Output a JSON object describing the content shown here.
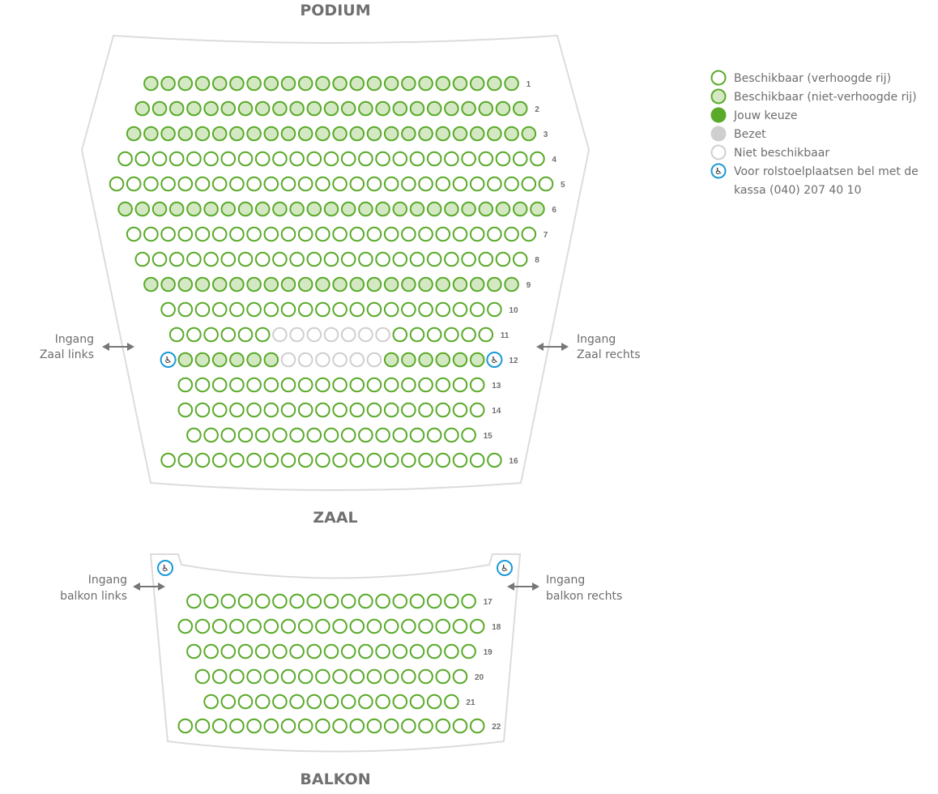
{
  "sections": {
    "stage": "PODIUM",
    "hall": "ZAAL",
    "balcony": "BALKON"
  },
  "entrances": {
    "hall_left": [
      "Ingang",
      "Zaal links"
    ],
    "hall_right": [
      "Ingang",
      "Zaal rechts"
    ],
    "balcony_left": [
      "Ingang",
      "balkon links"
    ],
    "balcony_right": [
      "Ingang",
      "balkon rechts"
    ]
  },
  "legend": [
    {
      "type": "avail-raised",
      "icon": "empty-green-circle",
      "label": "Beschikbaar (verhoogde rij)"
    },
    {
      "type": "avail-flat",
      "icon": "light-green-circle",
      "label": "Beschikbaar (niet-verhoogde rij)"
    },
    {
      "type": "chosen",
      "icon": "solid-green-circle",
      "label": "Jouw keuze"
    },
    {
      "type": "taken",
      "icon": "grey-circle",
      "label": "Bezet"
    },
    {
      "type": "na",
      "icon": "empty-grey-circle",
      "label": "Niet beschikbaar"
    },
    {
      "type": "wheelchair",
      "icon": "wheelchair-icon",
      "label": "Voor rolstoelplaatsen bel met de kassa (040) 207 40 10"
    }
  ],
  "rows": [
    {
      "number": "1",
      "seats": [
        "F",
        "F",
        "F",
        "F",
        "F",
        "F",
        "F",
        "F",
        "F",
        "F",
        "F",
        "F",
        "F",
        "F",
        "F",
        "F",
        "F",
        "F",
        "F",
        "F",
        "F",
        "F"
      ]
    },
    {
      "number": "2",
      "seats": [
        "F",
        "F",
        "F",
        "F",
        "F",
        "F",
        "F",
        "F",
        "F",
        "F",
        "F",
        "F",
        "F",
        "F",
        "F",
        "F",
        "F",
        "F",
        "F",
        "F",
        "F",
        "F",
        "F"
      ]
    },
    {
      "number": "3",
      "seats": [
        "F",
        "F",
        "F",
        "F",
        "F",
        "F",
        "F",
        "F",
        "F",
        "F",
        "F",
        "F",
        "F",
        "F",
        "F",
        "F",
        "F",
        "F",
        "F",
        "F",
        "F",
        "F",
        "F",
        "F"
      ]
    },
    {
      "number": "4",
      "seats": [
        "R",
        "R",
        "R",
        "R",
        "R",
        "R",
        "R",
        "R",
        "R",
        "R",
        "R",
        "R",
        "R",
        "R",
        "R",
        "R",
        "R",
        "R",
        "R",
        "R",
        "R",
        "R",
        "R",
        "R",
        "R"
      ]
    },
    {
      "number": "5",
      "seats": [
        "R",
        "R",
        "R",
        "R",
        "R",
        "R",
        "R",
        "R",
        "R",
        "R",
        "R",
        "R",
        "R",
        "R",
        "R",
        "R",
        "R",
        "R",
        "R",
        "R",
        "R",
        "R",
        "R",
        "R",
        "R",
        "R"
      ]
    },
    {
      "number": "6",
      "seats": [
        "F",
        "F",
        "F",
        "F",
        "F",
        "F",
        "F",
        "F",
        "F",
        "F",
        "F",
        "F",
        "F",
        "F",
        "F",
        "F",
        "F",
        "F",
        "F",
        "F",
        "F",
        "F",
        "F",
        "F",
        "F"
      ]
    },
    {
      "number": "7",
      "seats": [
        "R",
        "R",
        "R",
        "R",
        "R",
        "R",
        "R",
        "R",
        "R",
        "R",
        "R",
        "R",
        "R",
        "R",
        "R",
        "R",
        "R",
        "R",
        "R",
        "R",
        "R",
        "R",
        "R",
        "R"
      ]
    },
    {
      "number": "8",
      "seats": [
        "R",
        "R",
        "R",
        "R",
        "R",
        "R",
        "R",
        "R",
        "R",
        "R",
        "R",
        "R",
        "R",
        "R",
        "R",
        "R",
        "R",
        "R",
        "R",
        "R",
        "R",
        "R",
        "R"
      ]
    },
    {
      "number": "9",
      "seats": [
        "F",
        "F",
        "F",
        "F",
        "F",
        "F",
        "F",
        "F",
        "F",
        "F",
        "F",
        "F",
        "F",
        "F",
        "F",
        "F",
        "F",
        "F",
        "F",
        "F",
        "F",
        "F"
      ]
    },
    {
      "number": "10",
      "seats": [
        "R",
        "R",
        "R",
        "R",
        "R",
        "R",
        "R",
        "R",
        "R",
        "R",
        "R",
        "R",
        "R",
        "R",
        "R",
        "R",
        "R",
        "R",
        "R",
        "R"
      ]
    },
    {
      "number": "11",
      "seats": [
        "R",
        "R",
        "R",
        "R",
        "R",
        "R",
        "N",
        "N",
        "N",
        "N",
        "N",
        "N",
        "N",
        "R",
        "R",
        "R",
        "R",
        "R",
        "R"
      ]
    },
    {
      "number": "12",
      "seats": [
        "W",
        "F",
        "F",
        "F",
        "F",
        "F",
        "F",
        "N",
        "N",
        "N",
        "N",
        "N",
        "N",
        "F",
        "F",
        "F",
        "F",
        "F",
        "F",
        "W"
      ]
    },
    {
      "number": "13",
      "seats": [
        "R",
        "R",
        "R",
        "R",
        "R",
        "R",
        "R",
        "R",
        "R",
        "R",
        "R",
        "R",
        "R",
        "R",
        "R",
        "R",
        "R",
        "R"
      ]
    },
    {
      "number": "14",
      "seats": [
        "R",
        "R",
        "R",
        "R",
        "R",
        "R",
        "R",
        "R",
        "R",
        "R",
        "R",
        "R",
        "R",
        "R",
        "R",
        "R",
        "R",
        "R"
      ]
    },
    {
      "number": "15",
      "seats": [
        "R",
        "R",
        "R",
        "R",
        "R",
        "R",
        "R",
        "R",
        "R",
        "R",
        "R",
        "R",
        "R",
        "R",
        "R",
        "R",
        "R"
      ]
    },
    {
      "number": "16",
      "seats": [
        "R",
        "R",
        "R",
        "R",
        "R",
        "R",
        "R",
        "R",
        "R",
        "R",
        "R",
        "R",
        "R",
        "R",
        "R",
        "R",
        "R",
        "R",
        "R",
        "R"
      ]
    },
    {
      "number": "17",
      "seats": [
        "R",
        "R",
        "R",
        "R",
        "R",
        "R",
        "R",
        "R",
        "R",
        "R",
        "R",
        "R",
        "R",
        "R",
        "R",
        "R",
        "R"
      ]
    },
    {
      "number": "18",
      "seats": [
        "R",
        "R",
        "R",
        "R",
        "R",
        "R",
        "R",
        "R",
        "R",
        "R",
        "R",
        "R",
        "R",
        "R",
        "R",
        "R",
        "R",
        "R"
      ]
    },
    {
      "number": "19",
      "seats": [
        "R",
        "R",
        "R",
        "R",
        "R",
        "R",
        "R",
        "R",
        "R",
        "R",
        "R",
        "R",
        "R",
        "R",
        "R",
        "R",
        "R"
      ]
    },
    {
      "number": "20",
      "seats": [
        "R",
        "R",
        "R",
        "R",
        "R",
        "R",
        "R",
        "R",
        "R",
        "R",
        "R",
        "R",
        "R",
        "R",
        "R",
        "R"
      ]
    },
    {
      "number": "21",
      "seats": [
        "R",
        "R",
        "R",
        "R",
        "R",
        "R",
        "R",
        "R",
        "R",
        "R",
        "R",
        "R",
        "R",
        "R",
        "R"
      ]
    },
    {
      "number": "22",
      "seats": [
        "R",
        "R",
        "R",
        "R",
        "R",
        "R",
        "R",
        "R",
        "R",
        "R",
        "R",
        "R",
        "R",
        "R",
        "R",
        "R",
        "R",
        "R"
      ]
    }
  ],
  "balcony_wheelchair_spots": 2,
  "colors": {
    "available_green": "#5aaa2a",
    "flat_fill": "#d4e9c3",
    "taken_grey": "#cfcfcf",
    "wheelchair_blue": "#1a9ad6"
  }
}
